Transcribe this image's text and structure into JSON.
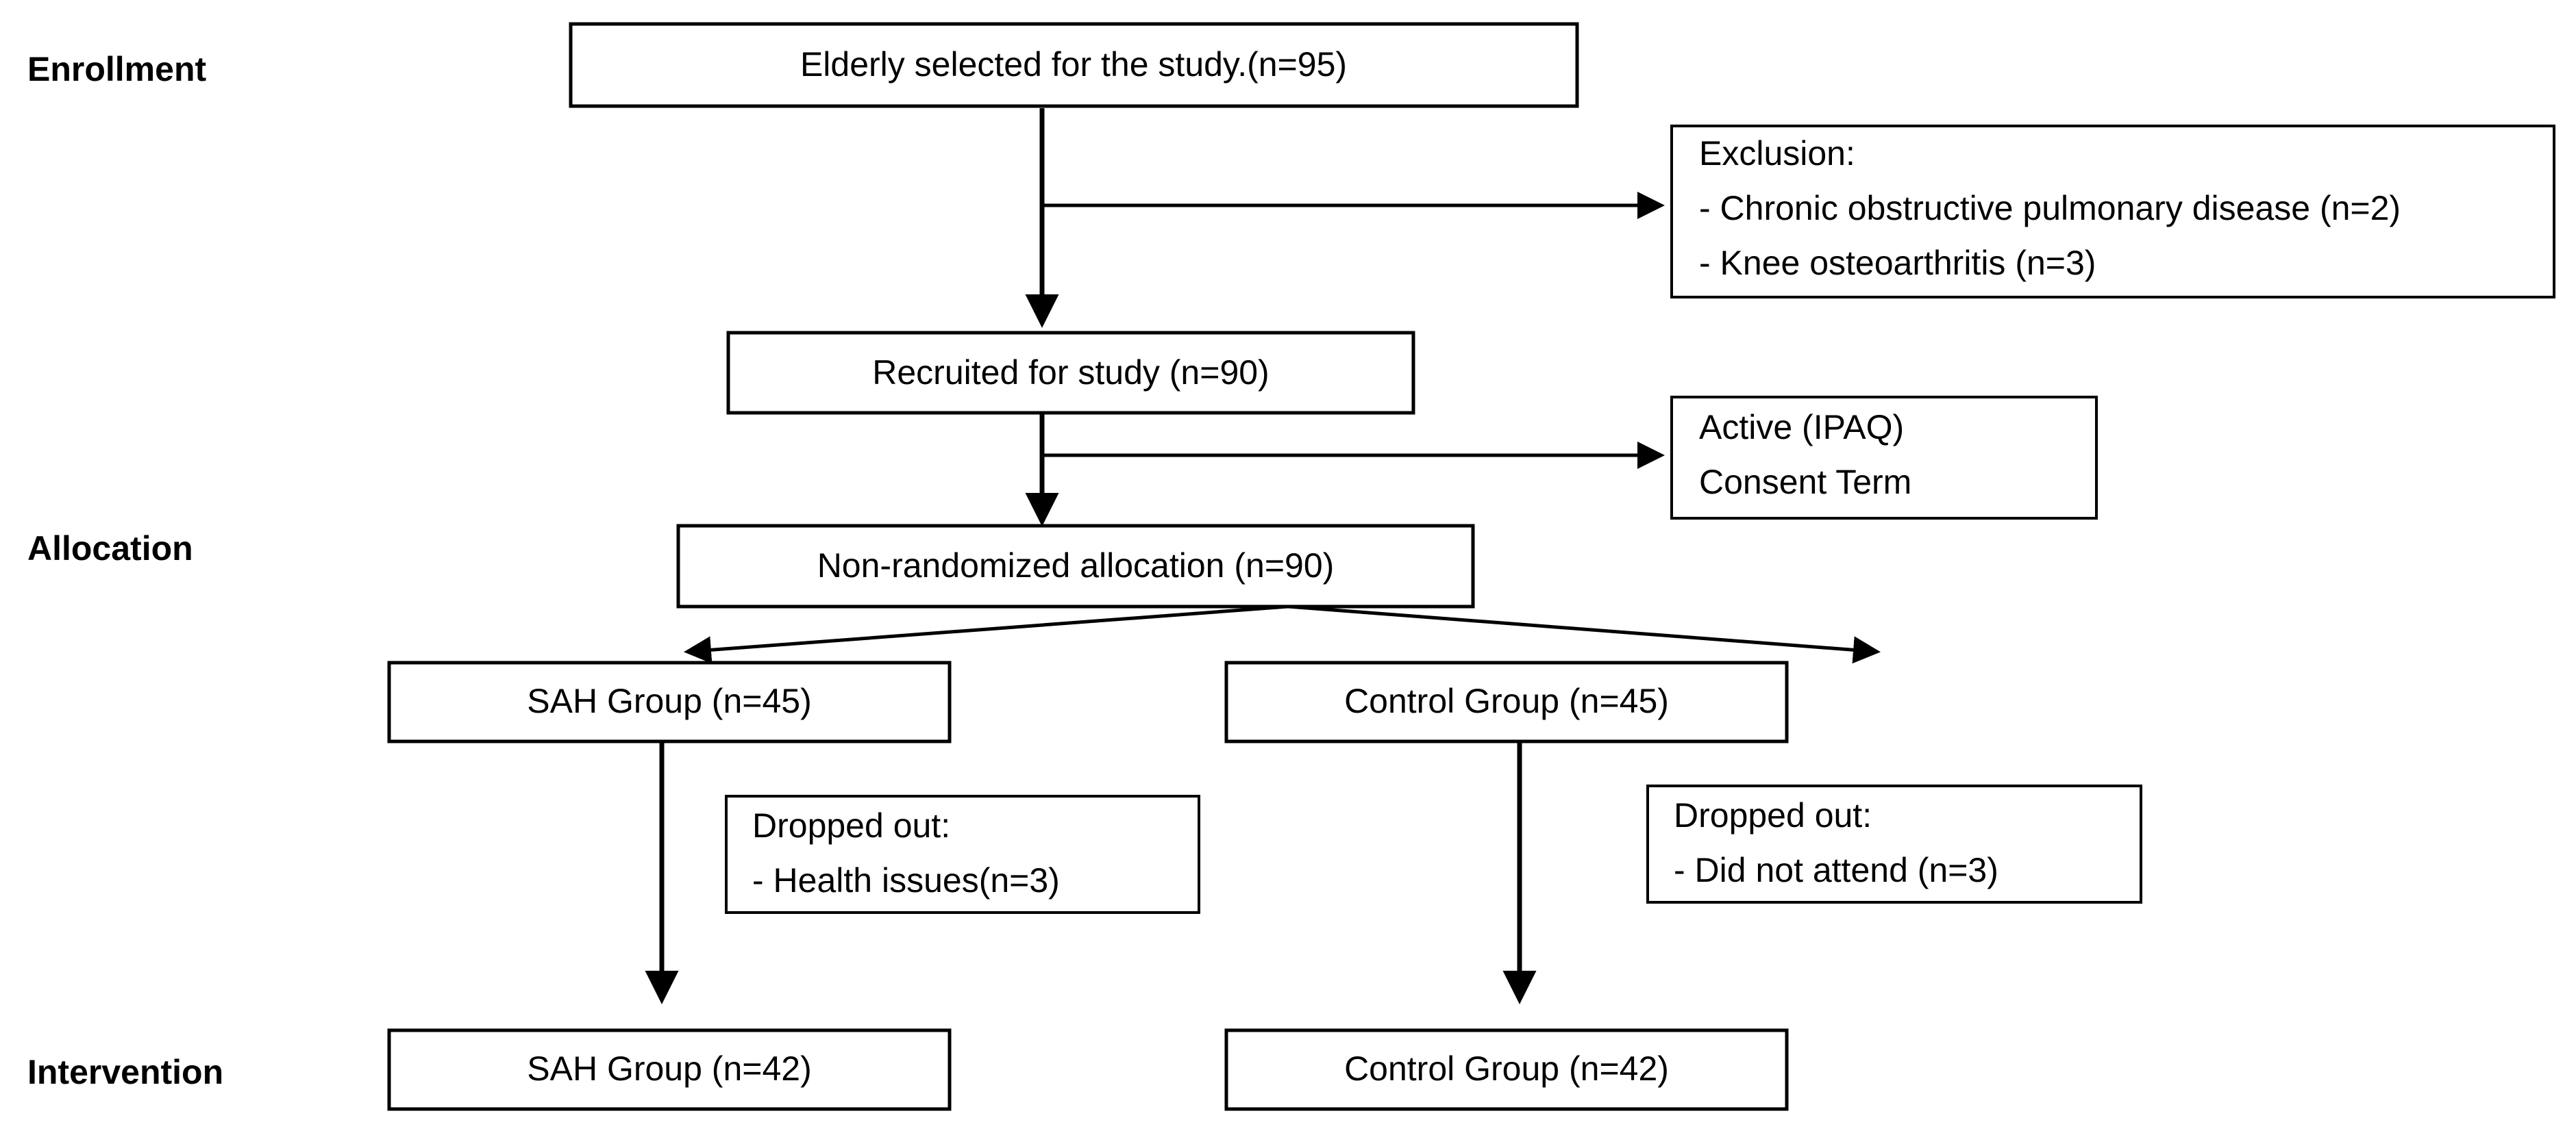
{
  "diagram": {
    "type": "consort-flow-diagram",
    "background_color": "#ffffff",
    "line_color": "#000000",
    "text_color": "#000000",
    "stages": [
      {
        "id": "enrollment",
        "label": "Enrollment"
      },
      {
        "id": "allocation",
        "label": "Allocation"
      },
      {
        "id": "intervention",
        "label": "Intervention"
      }
    ],
    "nodes": {
      "selected": {
        "text": "Elderly selected for the study.(n=95)"
      },
      "exclusion": {
        "lines": [
          "Exclusion:",
          "- Chronic obstructive pulmonary disease (n=2)",
          "- Knee osteoarthritis (n=3)"
        ]
      },
      "recruited": {
        "text": "Recruited for study (n=90)"
      },
      "criteria": {
        "lines": [
          "Active (IPAQ)",
          "Consent Term"
        ]
      },
      "allocation": {
        "text": "Non-randomized allocation (n=90)"
      },
      "sah_alloc": {
        "text": "SAH Group (n=45)"
      },
      "control_alloc": {
        "text": "Control Group (n=45)"
      },
      "sah_dropout": {
        "lines": [
          "Dropped out:",
          "- Health issues(n=3)"
        ]
      },
      "control_dropout": {
        "lines": [
          "Dropped out:",
          "- Did not attend (n=3)"
        ]
      },
      "sah_final": {
        "text": "SAH Group (n=42)"
      },
      "control_final": {
        "text": "Control Group (n=42)"
      }
    }
  }
}
